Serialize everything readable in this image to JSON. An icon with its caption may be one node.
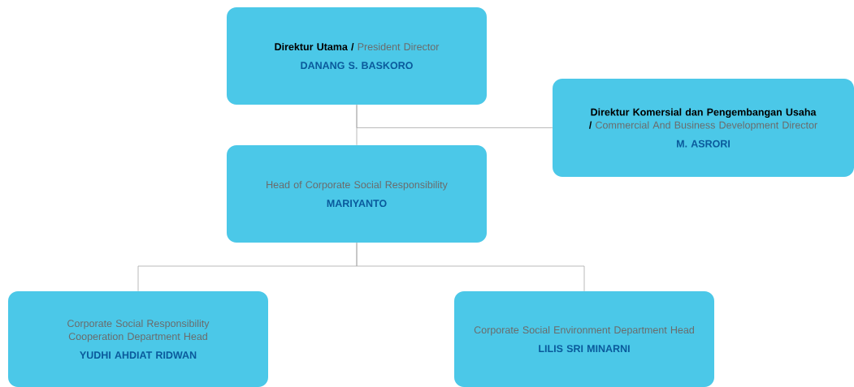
{
  "diagram": {
    "nodes": [
      {
        "text": [
          "**Direktur Utama /** President Director",
          "DANANG S. BASKORO"
        ]
      },
      {
        "text": [
          "**Direktur Komersial dan Pengembangan Usaha /** Commercial And Business Development Director",
          "M. ASRORI"
        ]
      },
      {
        "text": [
          "Head of Corporate Social Responsibility",
          "MARIYANTO"
        ]
      },
      {
        "text": [
          "Corporate Social Responsibility Cooperation Department Head",
          "YUDHI AHDIAT RIDWAN"
        ]
      },
      {
        "text": [
          "Corporate Social Environment Department Head",
          "LILIS SRI MINARNI"
        ]
      }
    ],
    "edges": [
      {
        "from": 0,
        "to": 2,
        "arrow": "none"
      },
      {
        "from": 0,
        "to": 1,
        "arrow": "none"
      },
      {
        "from": 2,
        "to": 3,
        "arrow": "none"
      },
      {
        "from": 2,
        "to": 4,
        "arrow": "none"
      }
    ]
  }
}
